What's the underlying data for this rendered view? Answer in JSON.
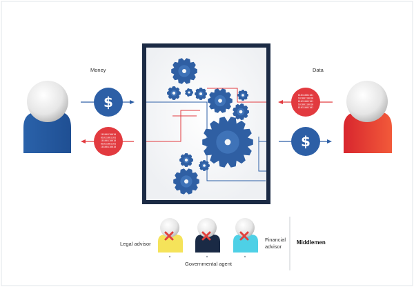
{
  "labels": {
    "money": "Money",
    "data": "Data",
    "legal_advisor": "Legal advisor",
    "financial_advisor_line1": "Financial",
    "financial_advisor_line2": "advisor",
    "governmental_agent": "Governmental agent",
    "middlemen": "Middlemen"
  },
  "icons": {
    "dollar_symbol": "$",
    "binary_row_a": "10100110010",
    "binary_row_b": "01011001101"
  },
  "colors": {
    "blue": "#2d5fa6",
    "red": "#e23a3f",
    "navy": "#1a2a45",
    "gear_blue": "#2f5fa3",
    "frame": "#1b2a44",
    "yellow": "#f5e35a",
    "cyan": "#4ed0e6",
    "x_red": "#e0413c"
  }
}
